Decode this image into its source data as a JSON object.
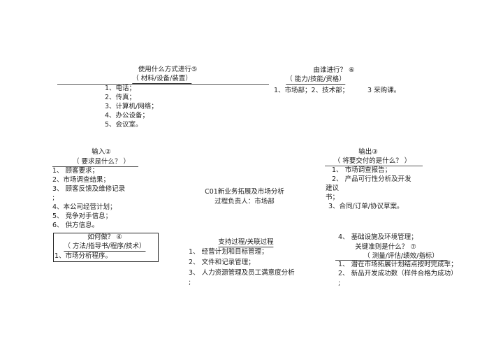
{
  "resources": {
    "title": "使用什么方式进行⑤",
    "subtitle": "（     材料/设备/装置）",
    "items": [
      "1、电话；",
      "2、传真；",
      "3、计算机/网络；",
      "4、办公设备；",
      "5、会议室。"
    ]
  },
  "who": {
    "title": "由谁进行？ ⑥",
    "subtitle": "（ 能力/技能/资格）",
    "line": "1、市场部；2、技术部；",
    "line2": "3 采购课。"
  },
  "input": {
    "title": "输入②",
    "subtitle": "（     要求是什么？ ）",
    "items": [
      "1、  顾客要求；",
      "2、市场调查结果；",
      "3、  顾客反馈及维修记录",
      ";",
      "4、本公司经营计划；",
      "5、  竞争对手信息；",
      "6、  供方信息。"
    ]
  },
  "how": {
    "title": "如何做？  ④",
    "subtitle": "（ 方法/指导书/程序/技术）",
    "items": [
      "1、市场分析程序。"
    ]
  },
  "output": {
    "title": "输出③",
    "subtitle": "（ 将要交付的是什么？ ）",
    "items": [
      "1、      市场调查报告；",
      "2、      产品可行性分析及开发",
      "建议",
      "书；",
      "3、合同/订单/协议草案。"
    ]
  },
  "process": {
    "name": "C01新业务拓展及市场分析",
    "owner": "过程负责人：市场部"
  },
  "support": {
    "title": "支持过程/关联过程",
    "items": [
      "1、 经营计划和目标管理；",
      "2、 文件和记录管理；",
      "3、 人力资源管理及员工满意度分析",
      ";"
    ]
  },
  "criteria": {
    "pre": "4、 基础设施及环境管理；",
    "title": "关键准则是什么？  ⑦",
    "subtitle": "（     测量/评估/绩效/指标）",
    "items": [
      "1、   潜在市场拓展计划结点按时完成率；",
      "2、   新品开发成功数（样件合格为成功）",
      ";"
    ]
  }
}
